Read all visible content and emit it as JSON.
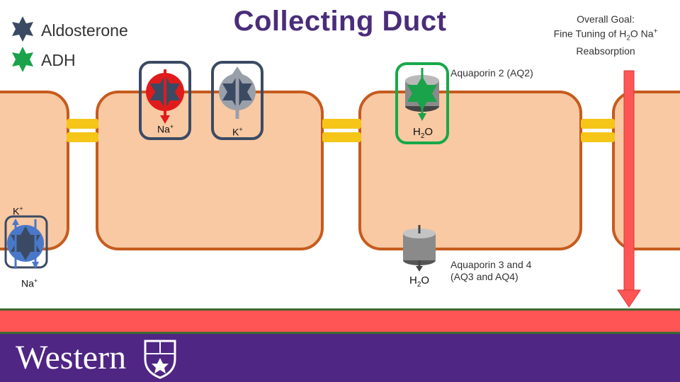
{
  "title": "Collecting Duct",
  "legend": [
    {
      "label": "Aldosterone",
      "icon": "aldosterone-star-icon",
      "color": "#3b4a63"
    },
    {
      "label": "ADH",
      "icon": "adh-star-icon",
      "color": "#1aa34a"
    }
  ],
  "goal": {
    "line1": "Overall Goal:",
    "line2_pre": "Fine Tuning of H",
    "line2_sub": "2",
    "line2_mid": "O Na",
    "line2_sup": "+",
    "line3": "Reabsorption"
  },
  "channels": {
    "na_top": {
      "label": "Na",
      "sup": "+"
    },
    "k_top": {
      "label": "K",
      "sup": "+"
    },
    "aq2_h2o": {
      "pre": "H",
      "sub": "2",
      "post": "O"
    },
    "aq2_label": "Aquaporin 2 (AQ2)",
    "basal_k": {
      "label": "K",
      "sup": "+"
    },
    "basal_na": {
      "label": "Na",
      "sup": "+"
    },
    "aq34_h2o": {
      "pre": "H",
      "sub": "2",
      "post": "O"
    },
    "aq34_label_line1": "Aquaporin 3 and 4",
    "aq34_label_line2": "(AQ3 and AQ4)"
  },
  "footer": {
    "wordmark": "Western"
  },
  "colors": {
    "cell_fill": "#f8c9a3",
    "cell_border": "#c65b1e",
    "junction": "#f5c518",
    "channel_box": "#3b4a63",
    "aq2_box": "#17a84a",
    "na_red": "#e01b1b",
    "k_gray": "#9aa0aa",
    "pump_blue": "#4a78c8",
    "footer_red": "#ff5555",
    "footer_purple": "#4f2683"
  }
}
